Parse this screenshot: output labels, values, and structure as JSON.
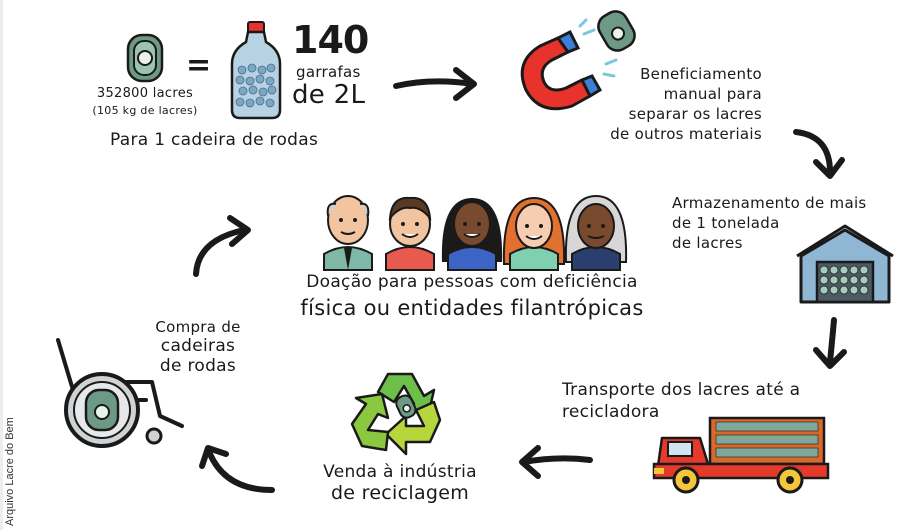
{
  "top": {
    "lacres_count": "352800 lacres",
    "lacres_weight": "(105 kg de lacres)",
    "equals": "=",
    "bottles_number": "140",
    "bottles_unit": "garrafas",
    "bottles_size": "de 2L",
    "per_wheelchair": "Para 1 cadeira de rodas"
  },
  "steps": {
    "beneficiamento": [
      "Beneficiamento",
      "manual para",
      "separar os lacres",
      "de outros materiais"
    ],
    "armazenamento": [
      "Armazenamento de mais",
      "de 1 tonelada",
      "de lacres"
    ],
    "transporte": [
      "Transporte dos lacres até a",
      "recicladora"
    ],
    "venda": [
      "Venda à indústria",
      "de reciclagem"
    ],
    "compra": [
      "Compra de",
      "cadeiras",
      "de rodas"
    ],
    "doacao": [
      "Doação para pessoas com deficiência",
      "física ou entidades filantrópicas"
    ]
  },
  "credit": "Arquivo Lacre do Bem",
  "colors": {
    "magnet_red": "#e8322c",
    "magnet_blue": "#3d7fd6",
    "can_green": "#5f8f7a",
    "house_blue": "#8fb6d3",
    "truck_red": "#e53a2b",
    "truck_yellow": "#f4c63a",
    "recycle_green": "#6cc04a"
  },
  "icons": [
    "pull-tab-icon",
    "bottle-icon",
    "magnet-icon",
    "warehouse-icon",
    "truck-icon",
    "recycle-icon",
    "wheelchair-icon",
    "people-icon",
    "arrow-icon"
  ]
}
